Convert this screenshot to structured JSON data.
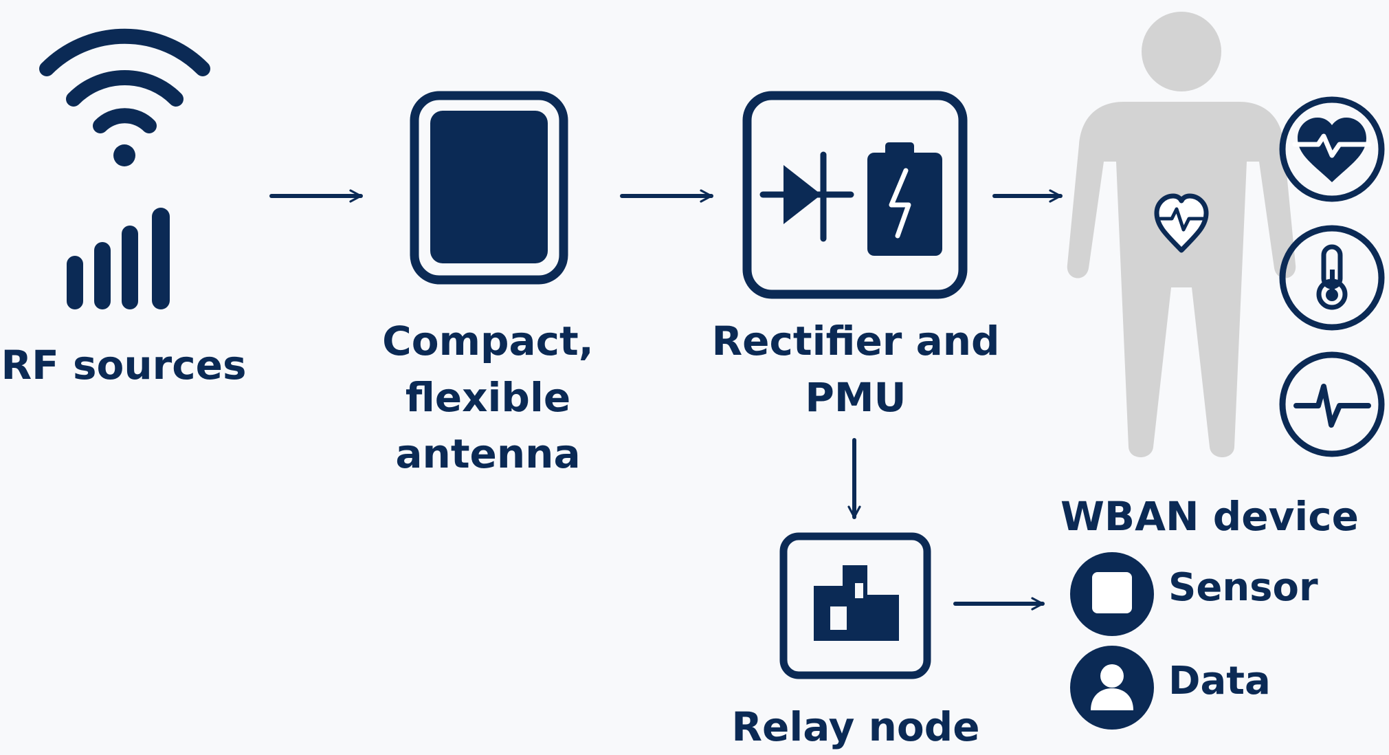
{
  "colors": {
    "primary": "#0b2a55",
    "background": "#f8f9fb",
    "body_silhouette": "#d3d3d3"
  },
  "nodes": {
    "rf_sources": {
      "label": "RF sources",
      "icons": [
        "wifi-icon",
        "signal-bars-icon"
      ]
    },
    "antenna": {
      "label_lines": [
        "Compact,",
        "flexible",
        "antenna"
      ],
      "icon": "antenna-patch-icon"
    },
    "rectifier": {
      "label_lines": [
        "Rectifier and",
        "PMU"
      ],
      "icons": [
        "diode-icon",
        "battery-charging-icon"
      ]
    },
    "relay": {
      "label": "Relay node",
      "icon": "relay-node-icon"
    },
    "wban": {
      "label": "WBAN device",
      "icons": [
        "human-body-icon",
        "heart-rate-icon",
        "thermometer-icon",
        "pulse-wave-icon"
      ]
    }
  },
  "legend": [
    {
      "label": "Sensor",
      "icon": "sensor-icon"
    },
    {
      "label": "Data",
      "icon": "user-data-icon"
    }
  ]
}
